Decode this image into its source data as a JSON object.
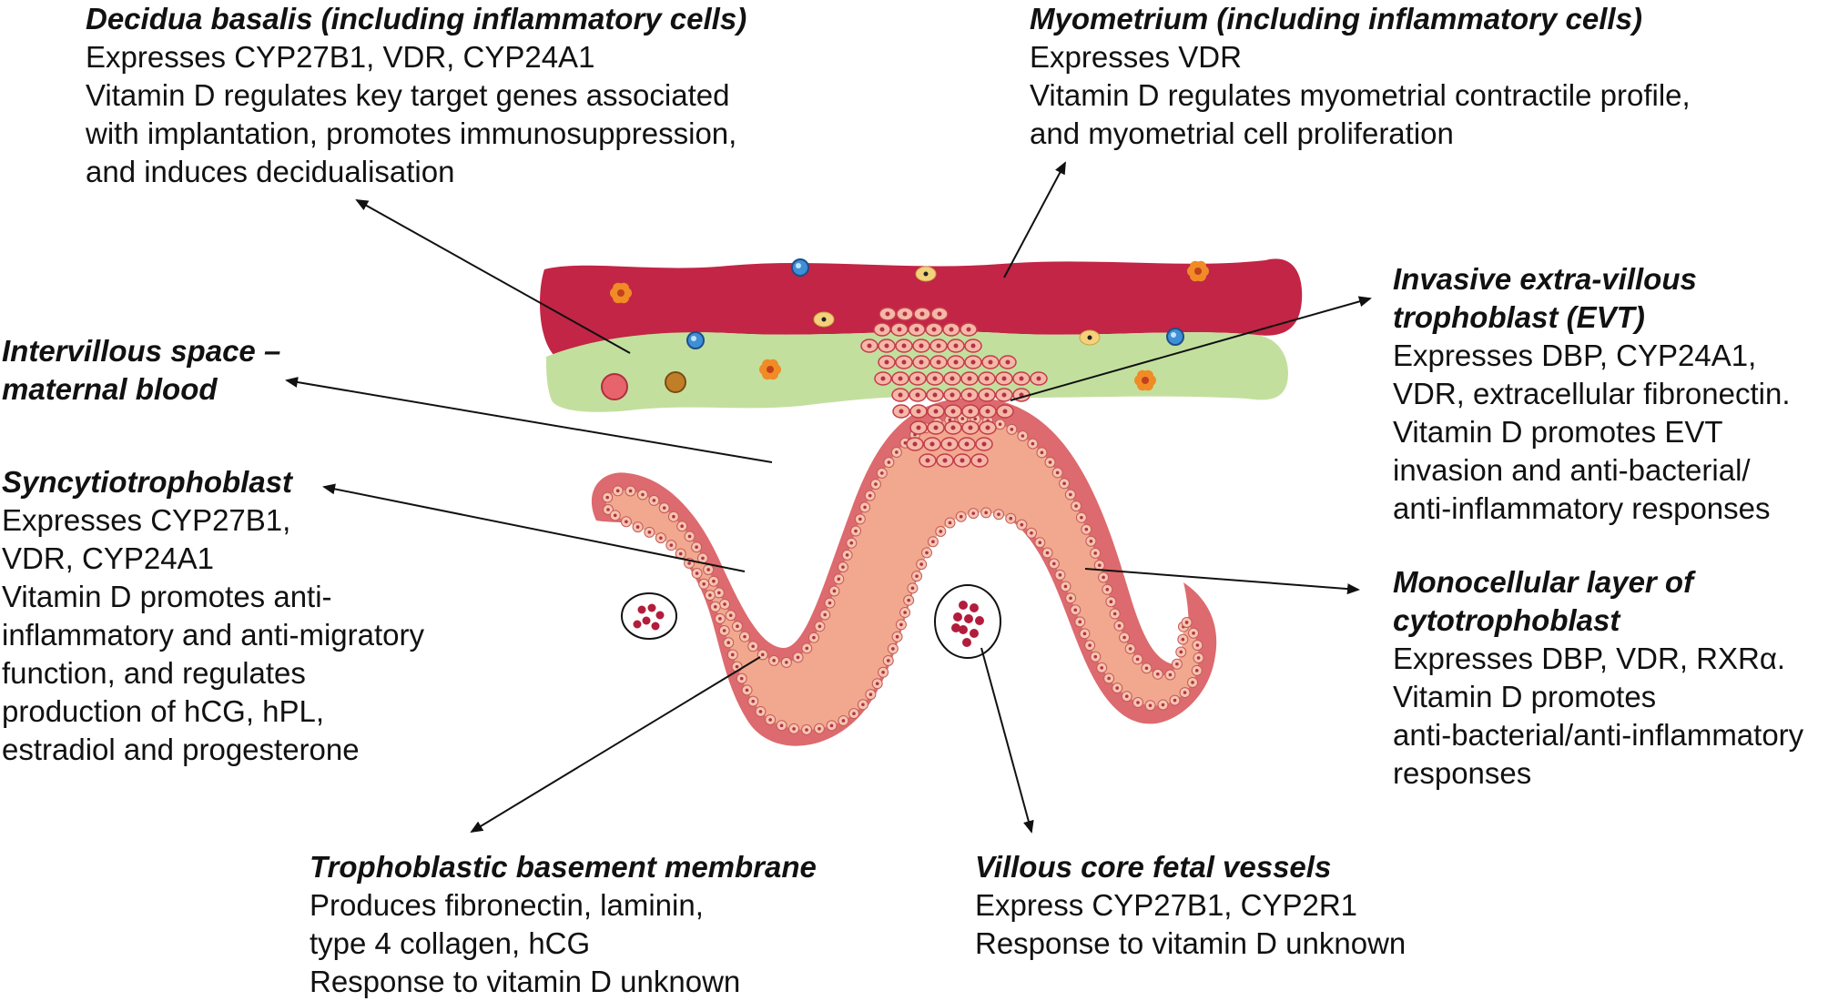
{
  "labels": {
    "decidua": {
      "title": [
        "Decidua basalis (including inflammatory cells)"
      ],
      "lines": [
        "Expresses CYP27B1, VDR, CYP24A1",
        "Vitamin D regulates key target genes associated",
        "with implantation, promotes immunosuppression,",
        "and induces decidualisation"
      ]
    },
    "myometrium": {
      "title": [
        "Myometrium (including inflammatory cells)"
      ],
      "lines": [
        "Expresses VDR",
        "Vitamin D regulates myometrial contractile profile,",
        "and myometrial cell proliferation"
      ]
    },
    "intervillous": {
      "title": [
        "Intervillous space –",
        "maternal blood"
      ],
      "lines": []
    },
    "evt": {
      "title": [
        "Invasive extra-villous",
        "trophoblast (EVT)"
      ],
      "lines": [
        "Expresses DBP, CYP24A1,",
        "VDR, extracellular fibronectin.",
        "Vitamin D promotes EVT",
        "invasion and anti-bacterial/",
        "anti-inflammatory responses"
      ]
    },
    "syncytio": {
      "title": [
        "Syncytiotrophoblast"
      ],
      "lines": [
        "Expresses CYP27B1,",
        "VDR, CYP24A1",
        "Vitamin D promotes anti-",
        "inflammatory and anti-migratory",
        "function, and regulates",
        "production of hCG, hPL,",
        "estradiol and progesterone"
      ]
    },
    "cytotropho": {
      "title": [
        "Monocellular layer of",
        "cytotrophoblast"
      ],
      "lines": [
        "Expresses DBP, VDR, RXRα.",
        "Vitamin D promotes",
        "anti-bacterial/anti-inflammatory",
        "responses"
      ]
    },
    "basement": {
      "title": [
        "Trophoblastic basement membrane"
      ],
      "lines": [
        "Produces fibronectin, laminin,",
        "type 4 collagen, hCG",
        "Response to vitamin D unknown"
      ]
    },
    "vessels": {
      "title": [
        "Villous core fetal vessels"
      ],
      "lines": [
        "Express CYP27B1, CYP2R1",
        "Response to vitamin D unknown"
      ]
    }
  },
  "colors": {
    "myometrium": "#c22545",
    "decidua": "#c3df9e",
    "trophoblast_outer": "#dd6a6e",
    "trophoblast_inner": "#f2a88e",
    "evt_cell": "#f6b8a6",
    "evt_nucleus": "#b0324a",
    "vessel_rbc": "#b21d3c",
    "immune_orange": "#f08b26",
    "immune_blue": "#3f8fd6",
    "immune_yellow": "#f4d17c"
  }
}
